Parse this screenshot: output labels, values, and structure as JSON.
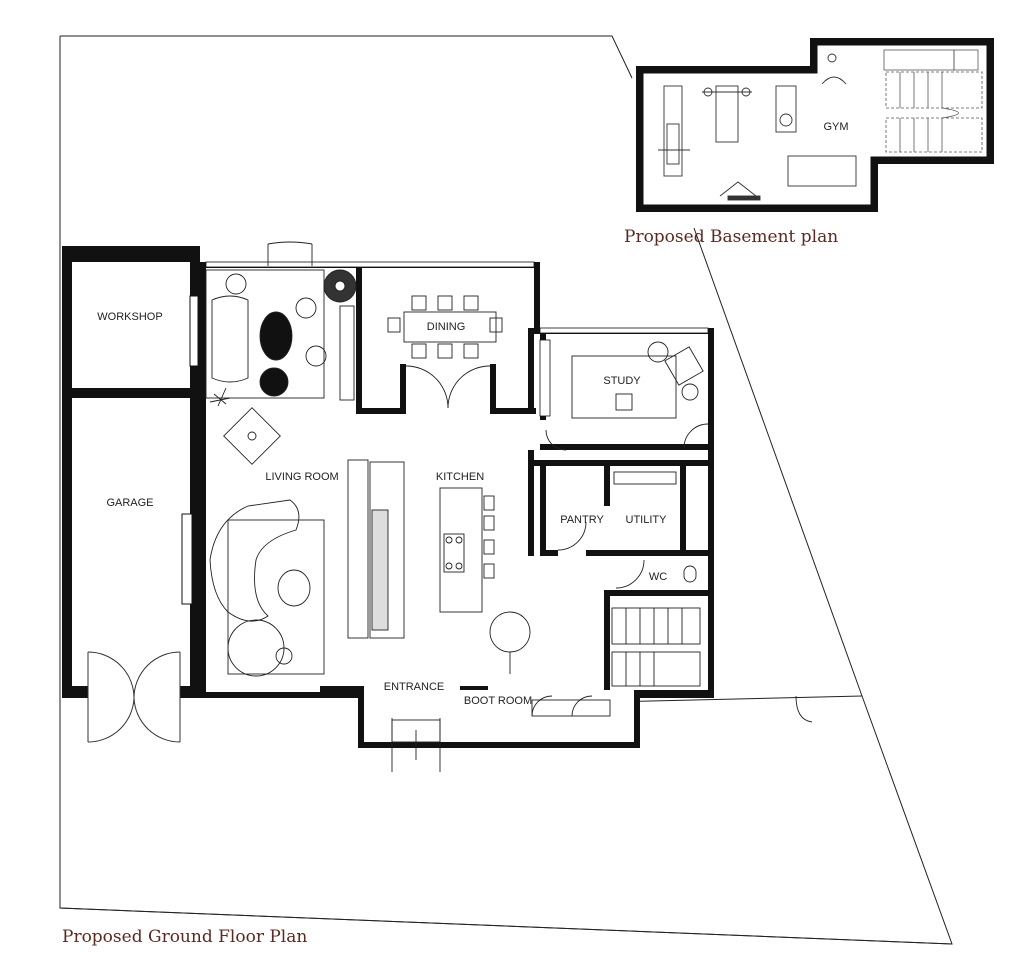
{
  "captions": {
    "ground_floor": "Proposed Ground Floor Plan",
    "basement": "Proposed Basement plan"
  },
  "rooms": {
    "workshop": "WORKSHOP",
    "garage": "GARAGE",
    "living_room": "LIVING ROOM",
    "dining": "DINING",
    "kitchen": "KITCHEN",
    "study": "STUDY",
    "pantry": "PANTRY",
    "utility": "UTILITY",
    "wc": "WC",
    "entrance": "ENTRANCE",
    "boot_room": "BOOT ROOM",
    "gym": "GYM"
  },
  "colors": {
    "caption": "#5a2a22",
    "wall": "#111111",
    "line": "#222222",
    "background": "#ffffff"
  }
}
